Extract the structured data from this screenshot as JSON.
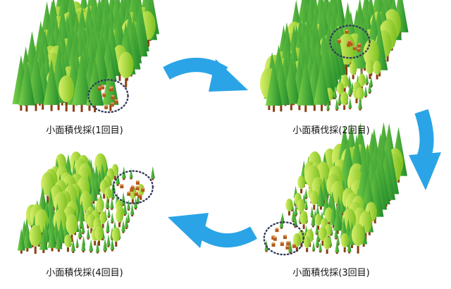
{
  "diagram": {
    "panels": [
      {
        "id": "p1",
        "label": "小面積伐採(1回目)"
      },
      {
        "id": "p2",
        "label": "小面積伐採(2回目)"
      },
      {
        "id": "p3",
        "label": "小面積伐採(3回目)"
      },
      {
        "id": "p4",
        "label": "小面積伐採(4回目)"
      }
    ],
    "colors": {
      "conifer_light": "#7fd34a",
      "conifer_dark": "#1f8a2a",
      "broadleaf_light": "#d9f06a",
      "broadleaf_dark": "#7cc020",
      "trunk": "#8b3e12",
      "stump": "#b5581c",
      "cut_circle": "#333a5c",
      "arrow": "#2aa4e6"
    },
    "icons": [
      "conifer-tree-icon",
      "broadleaf-tree-icon",
      "stump-icon",
      "cycle-arrow-icon"
    ]
  }
}
